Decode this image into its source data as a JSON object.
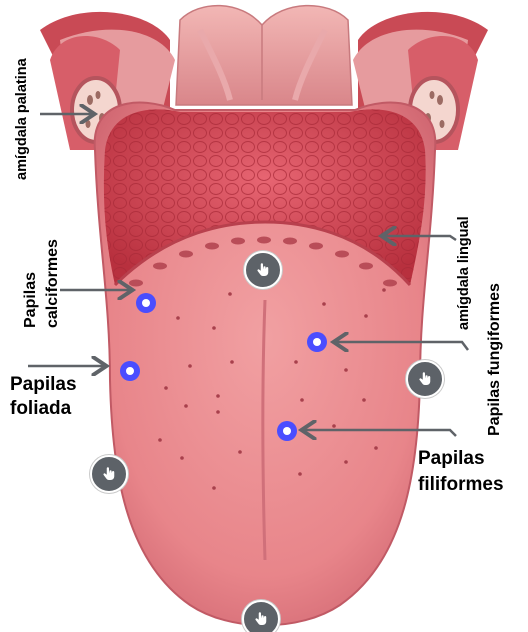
{
  "labels": {
    "amigdala_palatina": "amígdala palatina",
    "amigdala_lingual": "amígdala lingual",
    "papilas_calciformes_1": "Papilas",
    "papilas_calciformes_2": "calciformes",
    "papilas_fungiformes": "Papilas fungiformes",
    "papilas_foliada_1": "Papilas",
    "papilas_foliada_2": "foliada",
    "papilas_filiformes_1": "Papilas",
    "papilas_filiformes_2": "filiformes"
  },
  "icons": {
    "hotspot": "hand-pointer-icon",
    "pin": "location-dot-icon"
  },
  "colors": {
    "tongue": "#e8858a",
    "tongue_dark": "#c85a63",
    "lingual_tonsil": "#d94a57",
    "pin": "#4a4dff",
    "hotspot": "#5d6268",
    "arrow": "#5f6368"
  }
}
